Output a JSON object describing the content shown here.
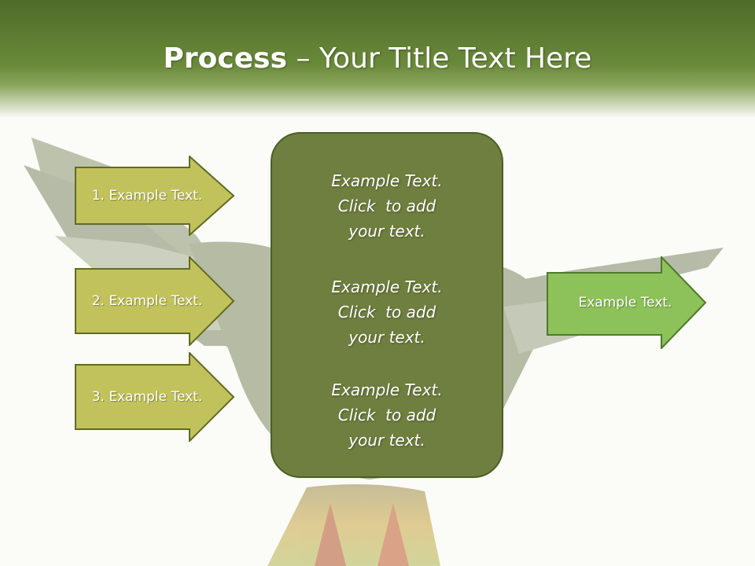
{
  "title": {
    "bold": "Process",
    "rest": " – Your Title Text Here"
  },
  "left_steps": [
    {
      "label": "1. Example Text."
    },
    {
      "label": "2. Example Text."
    },
    {
      "label": "3. Example Text."
    }
  ],
  "center_blocks": [
    {
      "lines": [
        "Example Text.",
        "Click  to add",
        "your text."
      ]
    },
    {
      "lines": [
        "Example Text.",
        "Click  to add",
        "your text."
      ]
    },
    {
      "lines": [
        "Example Text.",
        "Click  to add",
        "your text."
      ]
    }
  ],
  "right_step": {
    "label": "Example Text."
  },
  "colors": {
    "header": "#5b7a30",
    "left_arrow_fill": "#c2c25c",
    "left_arrow_stroke": "#5f6b24",
    "center_box": "#6f7f3f",
    "right_arrow_fill": "#8dc15a",
    "right_arrow_stroke": "#4f7a2a"
  },
  "background_image": "parrot-with-spread-wings"
}
